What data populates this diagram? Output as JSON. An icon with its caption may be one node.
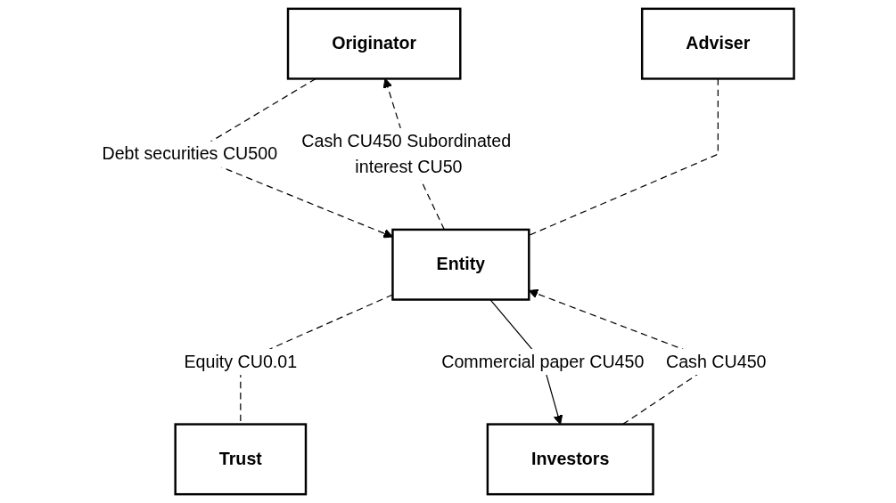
{
  "diagram": {
    "nodes": [
      {
        "text": [
          "Originator"
        ]
      },
      {
        "text": [
          "Adviser"
        ]
      },
      {
        "text": [
          "Entity"
        ]
      },
      {
        "text": [
          "Trust"
        ]
      },
      {
        "text": [
          "Investors"
        ]
      }
    ],
    "edges": [
      {
        "from": 0,
        "to": 2,
        "arrow": "to",
        "label": "Debt securities CU500",
        "style": "dashed"
      },
      {
        "from": 2,
        "to": 0,
        "arrow": "to",
        "label": "Cash CU450 Subordinated interest CU50",
        "style": "dashed"
      },
      {
        "from": 1,
        "to": 2,
        "arrow": "none",
        "style": "dashed"
      },
      {
        "from": 2,
        "to": 3,
        "arrow": "none",
        "label": "Equity CU0.01",
        "style": "dashed"
      },
      {
        "from": 2,
        "to": 4,
        "arrow": "to",
        "label": "Commercial paper CU450"
      },
      {
        "from": 4,
        "to": 2,
        "arrow": "to",
        "label": "Cash CU450",
        "style": "dashed"
      }
    ]
  }
}
